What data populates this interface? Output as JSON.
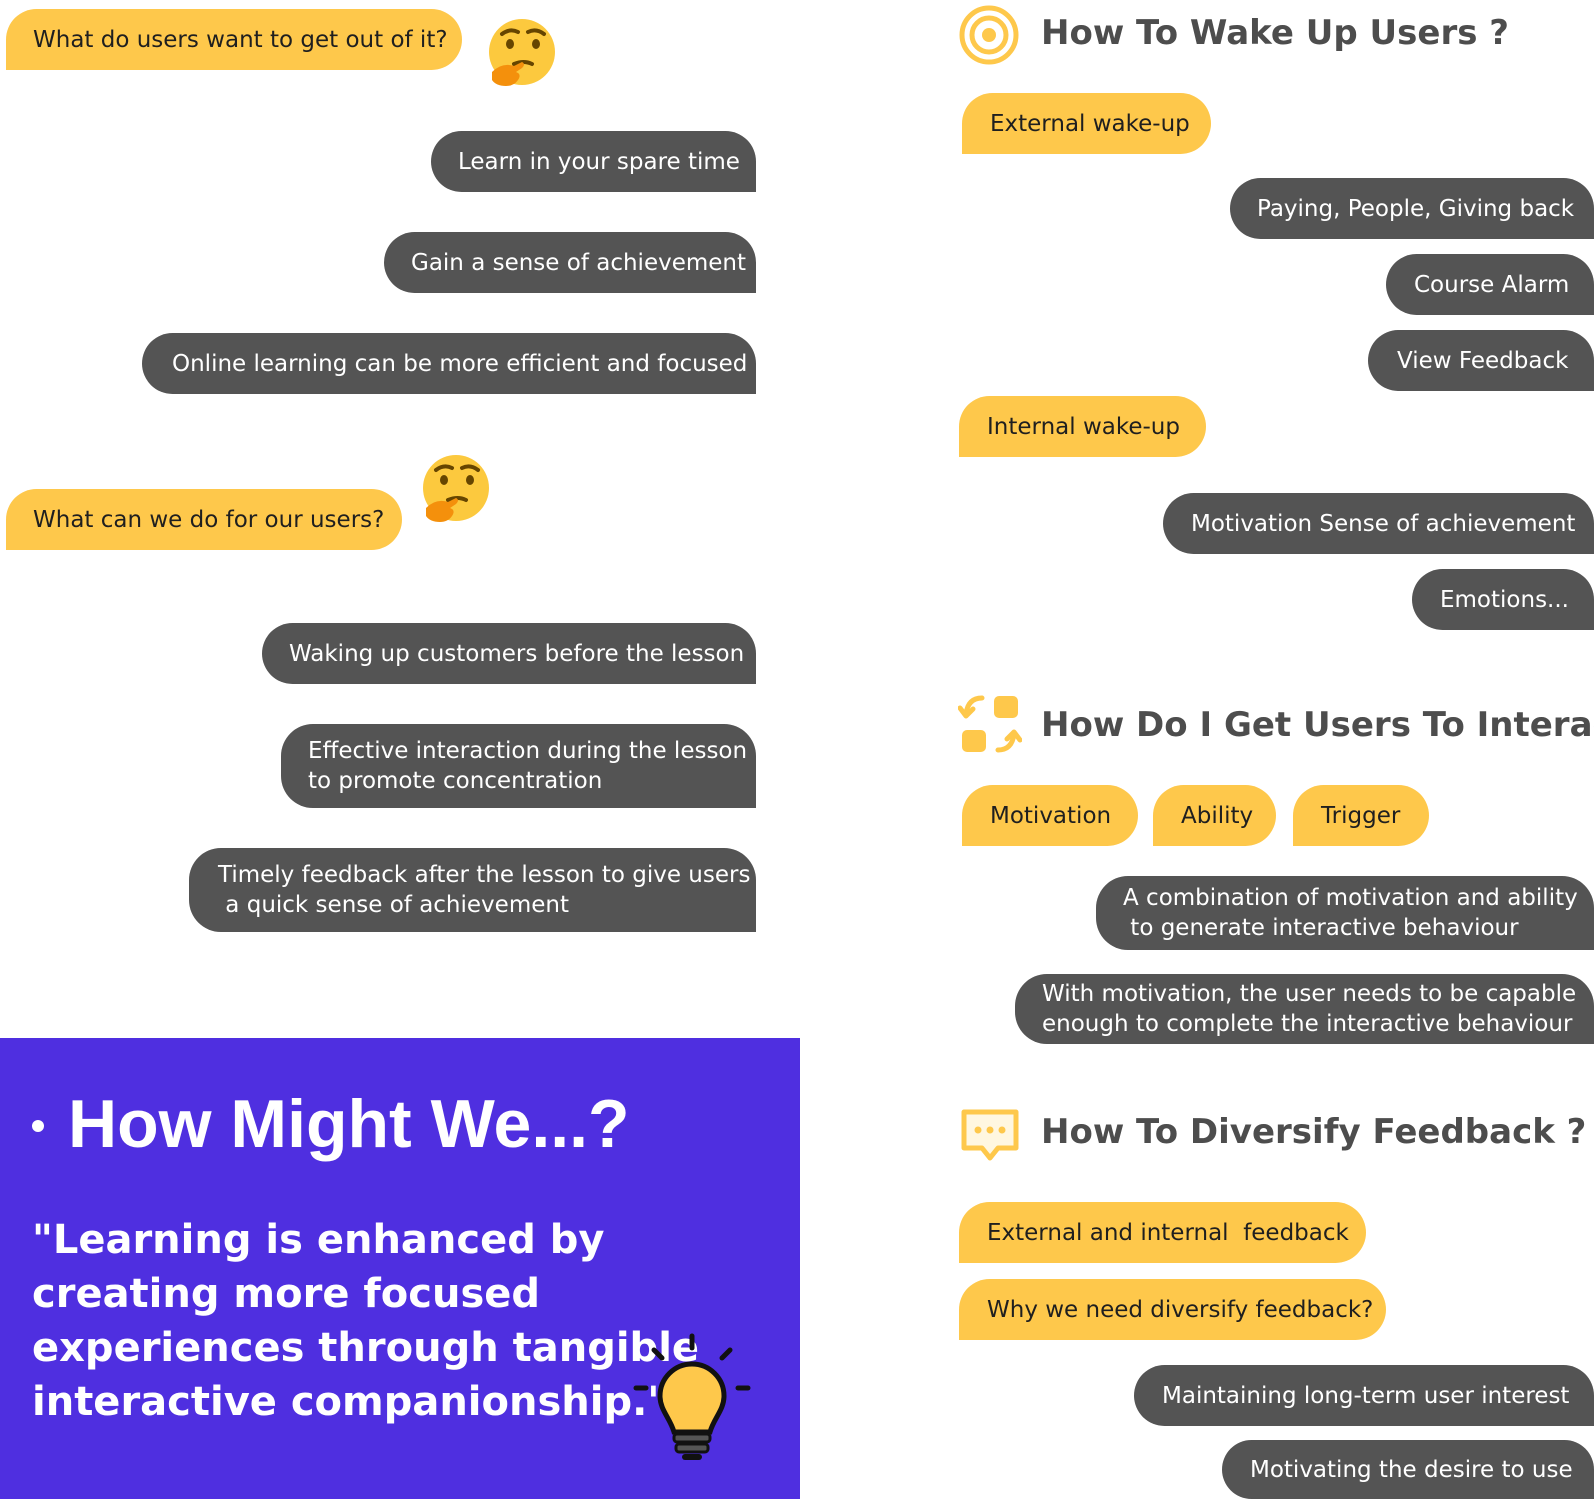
{
  "left": {
    "q1": "What do users want to get out of it?",
    "a1": [
      "Learn in your spare time",
      "Gain a sense of achievement",
      "Online learning can be more efficient and focused"
    ],
    "q2": "What can we do for our users?",
    "a2": [
      "Waking up customers before the lesson",
      "Effective interaction during the lesson\nto promote concentration",
      "Timely feedback after the lesson to give users\n a quick sense of achievement"
    ],
    "emoji": "thinking-face"
  },
  "hmw": {
    "title": "How Might We...?",
    "quote": "\"Learning is enhanced by creating more focused experiences through tangible interactive companionship.\""
  },
  "wake": {
    "heading": "How To Wake Up Users ?",
    "external": "External wake-up",
    "external_items": [
      "Paying, People, Giving back",
      "Course Alarm",
      "View Feedback"
    ],
    "internal": "Internal wake-up",
    "internal_items": [
      "Motivation Sense of achievement",
      "Emotions..."
    ]
  },
  "interact": {
    "heading": "How Do I Get Users To Interact?",
    "tags": [
      "Motivation",
      "Ability",
      "Trigger"
    ],
    "items": [
      "A combination of motivation and ability\n to generate interactive behaviour",
      "With motivation, the user needs to be capable\nenough to complete the interactive behaviour"
    ]
  },
  "feedback": {
    "heading": "How To Diversify Feedback ?",
    "tags": [
      "External and internal  feedback",
      "Why we need diversify feedback?"
    ],
    "items": [
      "Maintaining long-term user interest",
      "Motivating the desire to use"
    ]
  },
  "colors": {
    "yellow": "#fec84b",
    "dark": "#545454",
    "purple": "#4f2fe0",
    "heading": "#4d4d4d"
  }
}
